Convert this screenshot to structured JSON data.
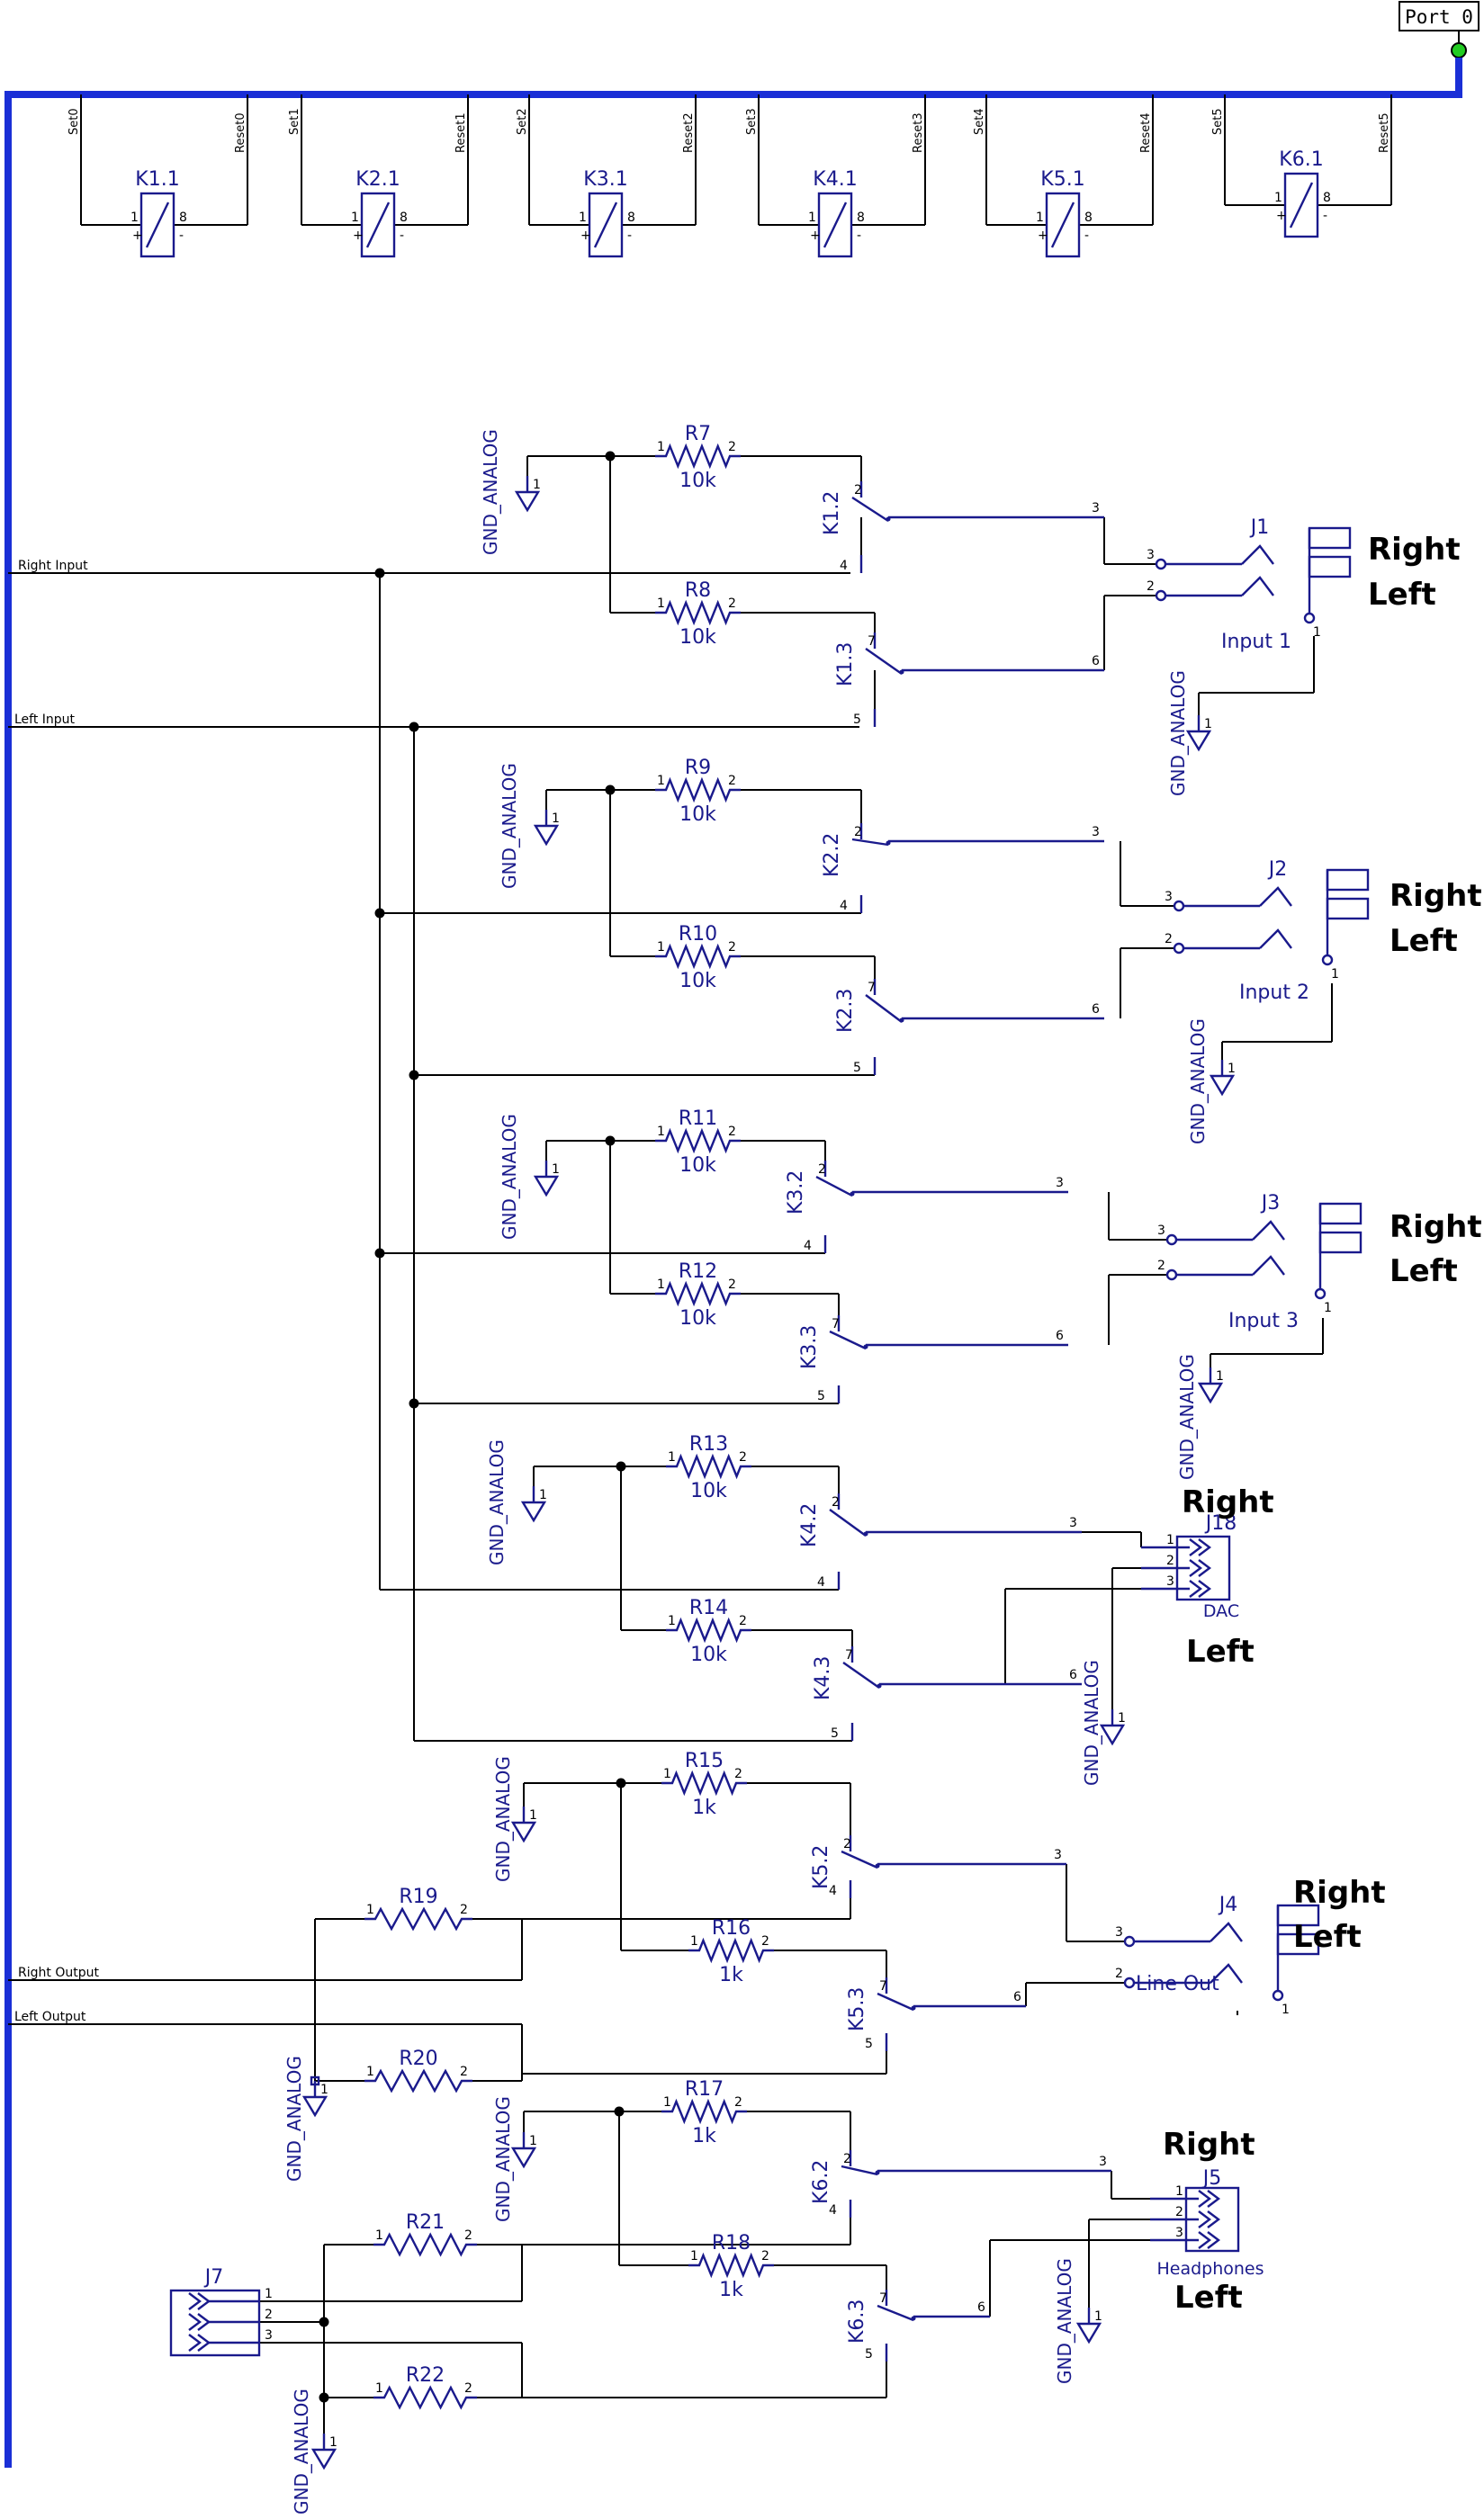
{
  "port": {
    "label": "Port 0",
    "color": "#22cc22"
  },
  "colors": {
    "bus": "#1a2fd6",
    "symbol": "#1a1a8c",
    "wire": "#000000"
  },
  "relay_coils": [
    {
      "ref": "K1.1",
      "set": "Set0",
      "reset": "Reset0"
    },
    {
      "ref": "K2.1",
      "set": "Set1",
      "reset": "Reset1"
    },
    {
      "ref": "K3.1",
      "set": "Set2",
      "reset": "Reset2"
    },
    {
      "ref": "K4.1",
      "set": "Set3",
      "reset": "Reset3"
    },
    {
      "ref": "K5.1",
      "set": "Set4",
      "reset": "Reset4"
    },
    {
      "ref": "K6.1",
      "set": "Set5",
      "reset": "Reset5"
    }
  ],
  "coil_pins": {
    "p1": "1",
    "p8": "8",
    "plus": "+",
    "minus": "-"
  },
  "nets": {
    "right_input": "Right Input",
    "left_input": "Left Input",
    "right_output": "Right Output",
    "left_output": "Left Output",
    "gnd": "GND_ANALOG"
  },
  "resistors": [
    {
      "ref": "R7",
      "value": "10k"
    },
    {
      "ref": "R8",
      "value": "10k"
    },
    {
      "ref": "R9",
      "value": "10k"
    },
    {
      "ref": "R10",
      "value": "10k"
    },
    {
      "ref": "R11",
      "value": "10k"
    },
    {
      "ref": "R12",
      "value": "10k"
    },
    {
      "ref": "R13",
      "value": "10k"
    },
    {
      "ref": "R14",
      "value": "10k"
    },
    {
      "ref": "R15",
      "value": "1k"
    },
    {
      "ref": "R16",
      "value": "1k"
    },
    {
      "ref": "R17",
      "value": "1k"
    },
    {
      "ref": "R18",
      "value": "1k"
    },
    {
      "ref": "R19",
      "value": ""
    },
    {
      "ref": "R20",
      "value": ""
    },
    {
      "ref": "R21",
      "value": ""
    },
    {
      "ref": "R22",
      "value": ""
    }
  ],
  "switches": [
    {
      "ref": "K1.2",
      "pins": [
        "2",
        "4",
        "3"
      ]
    },
    {
      "ref": "K1.3",
      "pins": [
        "7",
        "5",
        "6"
      ]
    },
    {
      "ref": "K2.2",
      "pins": [
        "2",
        "4",
        "3"
      ]
    },
    {
      "ref": "K2.3",
      "pins": [
        "7",
        "5",
        "6"
      ]
    },
    {
      "ref": "K3.2",
      "pins": [
        "2",
        "4",
        "3"
      ]
    },
    {
      "ref": "K3.3",
      "pins": [
        "7",
        "5",
        "6"
      ]
    },
    {
      "ref": "K4.2",
      "pins": [
        "2",
        "4",
        "3"
      ]
    },
    {
      "ref": "K4.3",
      "pins": [
        "7",
        "5",
        "6"
      ]
    },
    {
      "ref": "K5.2",
      "pins": [
        "2",
        "4",
        "3"
      ]
    },
    {
      "ref": "K5.3",
      "pins": [
        "7",
        "5",
        "6"
      ]
    },
    {
      "ref": "K6.2",
      "pins": [
        "2",
        "4",
        "3"
      ]
    },
    {
      "ref": "K6.3",
      "pins": [
        "7",
        "5",
        "6"
      ]
    }
  ],
  "jacks": [
    {
      "ref": "J1",
      "name": "Input 1"
    },
    {
      "ref": "J2",
      "name": "Input 2"
    },
    {
      "ref": "J3",
      "name": "Input 3"
    },
    {
      "ref": "J4",
      "name": "Line Out"
    }
  ],
  "headers": [
    {
      "ref": "J18",
      "name": "DAC"
    },
    {
      "ref": "J5",
      "name": "Headphones"
    },
    {
      "ref": "J7",
      "name": ""
    }
  ],
  "channel_labels": {
    "right": "Right",
    "left": "Left"
  },
  "pin_numbers": {
    "one": "1",
    "two": "2",
    "three": "3"
  }
}
